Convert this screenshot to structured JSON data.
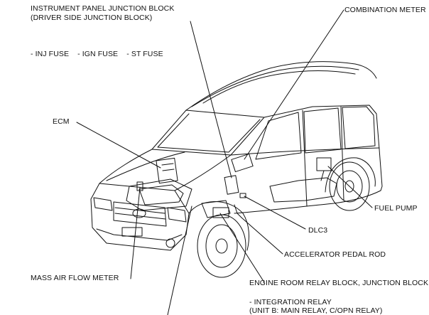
{
  "labels": {
    "ipjb_line1": "INSTRUMENT PANEL JUNCTION BLOCK",
    "ipjb_line2": "(DRIVER SIDE JUNCTION BLOCK)",
    "fuses": "- INJ FUSE    - IGN FUSE    - ST FUSE",
    "combination_meter": "COMBINATION METER",
    "ecm": "ECM",
    "fuel_pump": "FUEL PUMP",
    "dlc3": "DLC3",
    "accelerator_pedal_rod": "ACCELERATOR PEDAL ROD",
    "mass_air_flow_meter": "MASS AIR FLOW METER",
    "engine_room_relay_block": "ENGINE ROOM RELAY BLOCK, JUNCTION BLOCK",
    "integration_relay_line1": "- INTEGRATION RELAY",
    "integration_relay_line2": "(UNIT B: MAIN RELAY, C/OPN RELAY)"
  },
  "colors": {
    "line": "#111111",
    "background": "#ffffff"
  }
}
